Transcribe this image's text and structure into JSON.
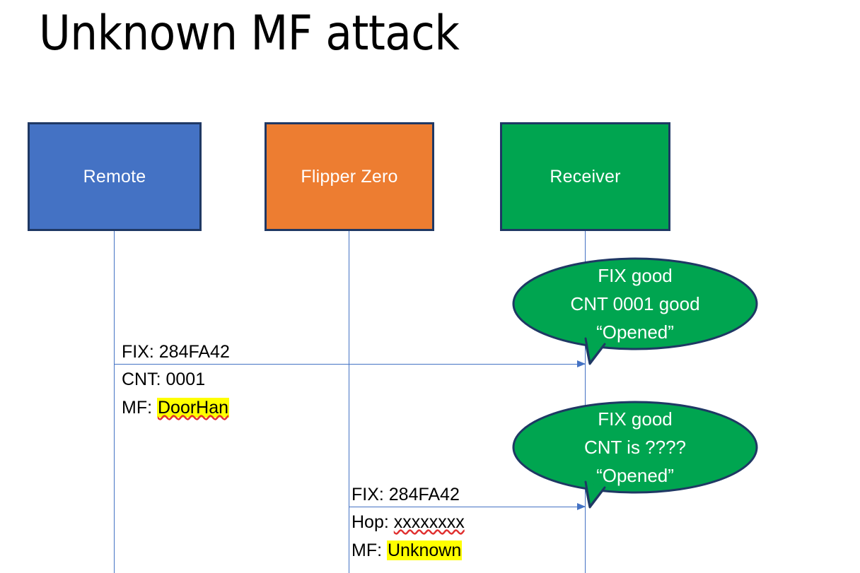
{
  "slide": {
    "title": "Unknown MF attack",
    "background": "#FFFFFF"
  },
  "colors": {
    "remote_fill": "#4472C4",
    "flipper_fill": "#ED7D31",
    "receiver_fill": "#00A550",
    "box_border": "#1F3864",
    "lifeline": "#4472C4",
    "highlight": "#FFFF00",
    "spellcheck_underline": "#E03030",
    "balloon_fill": "#00A550",
    "balloon_border": "#1F3864"
  },
  "actors": [
    {
      "id": "remote",
      "label": "Remote"
    },
    {
      "id": "flipper",
      "label": "Flipper Zero"
    },
    {
      "id": "receiver",
      "label": "Receiver"
    }
  ],
  "messages": [
    {
      "id": "msg-remote-to-receiver",
      "from": "remote",
      "to": "receiver",
      "line_top": "FIX: 284FA42",
      "line_bottom_1_prefix": "CNT: 0001",
      "line_bottom_2_prefix": "MF: ",
      "line_bottom_2_highlighted": "DoorHan"
    },
    {
      "id": "msg-flipper-to-receiver",
      "from": "flipper",
      "to": "receiver",
      "line_top": "FIX: 284FA42",
      "line_bottom_1_prefix": "Hop: ",
      "line_bottom_1_misspelled": "xxxxxxxx",
      "line_bottom_2_prefix": "MF: ",
      "line_bottom_2_highlighted": "Unknown"
    }
  ],
  "balloons": [
    {
      "id": "receiver-response-1",
      "line1": "FIX good",
      "line2": "CNT 0001 good",
      "line3": "“Opened”"
    },
    {
      "id": "receiver-response-2",
      "line1": "FIX good",
      "line2": "CNT is ????",
      "line3": "“Opened”"
    }
  ]
}
